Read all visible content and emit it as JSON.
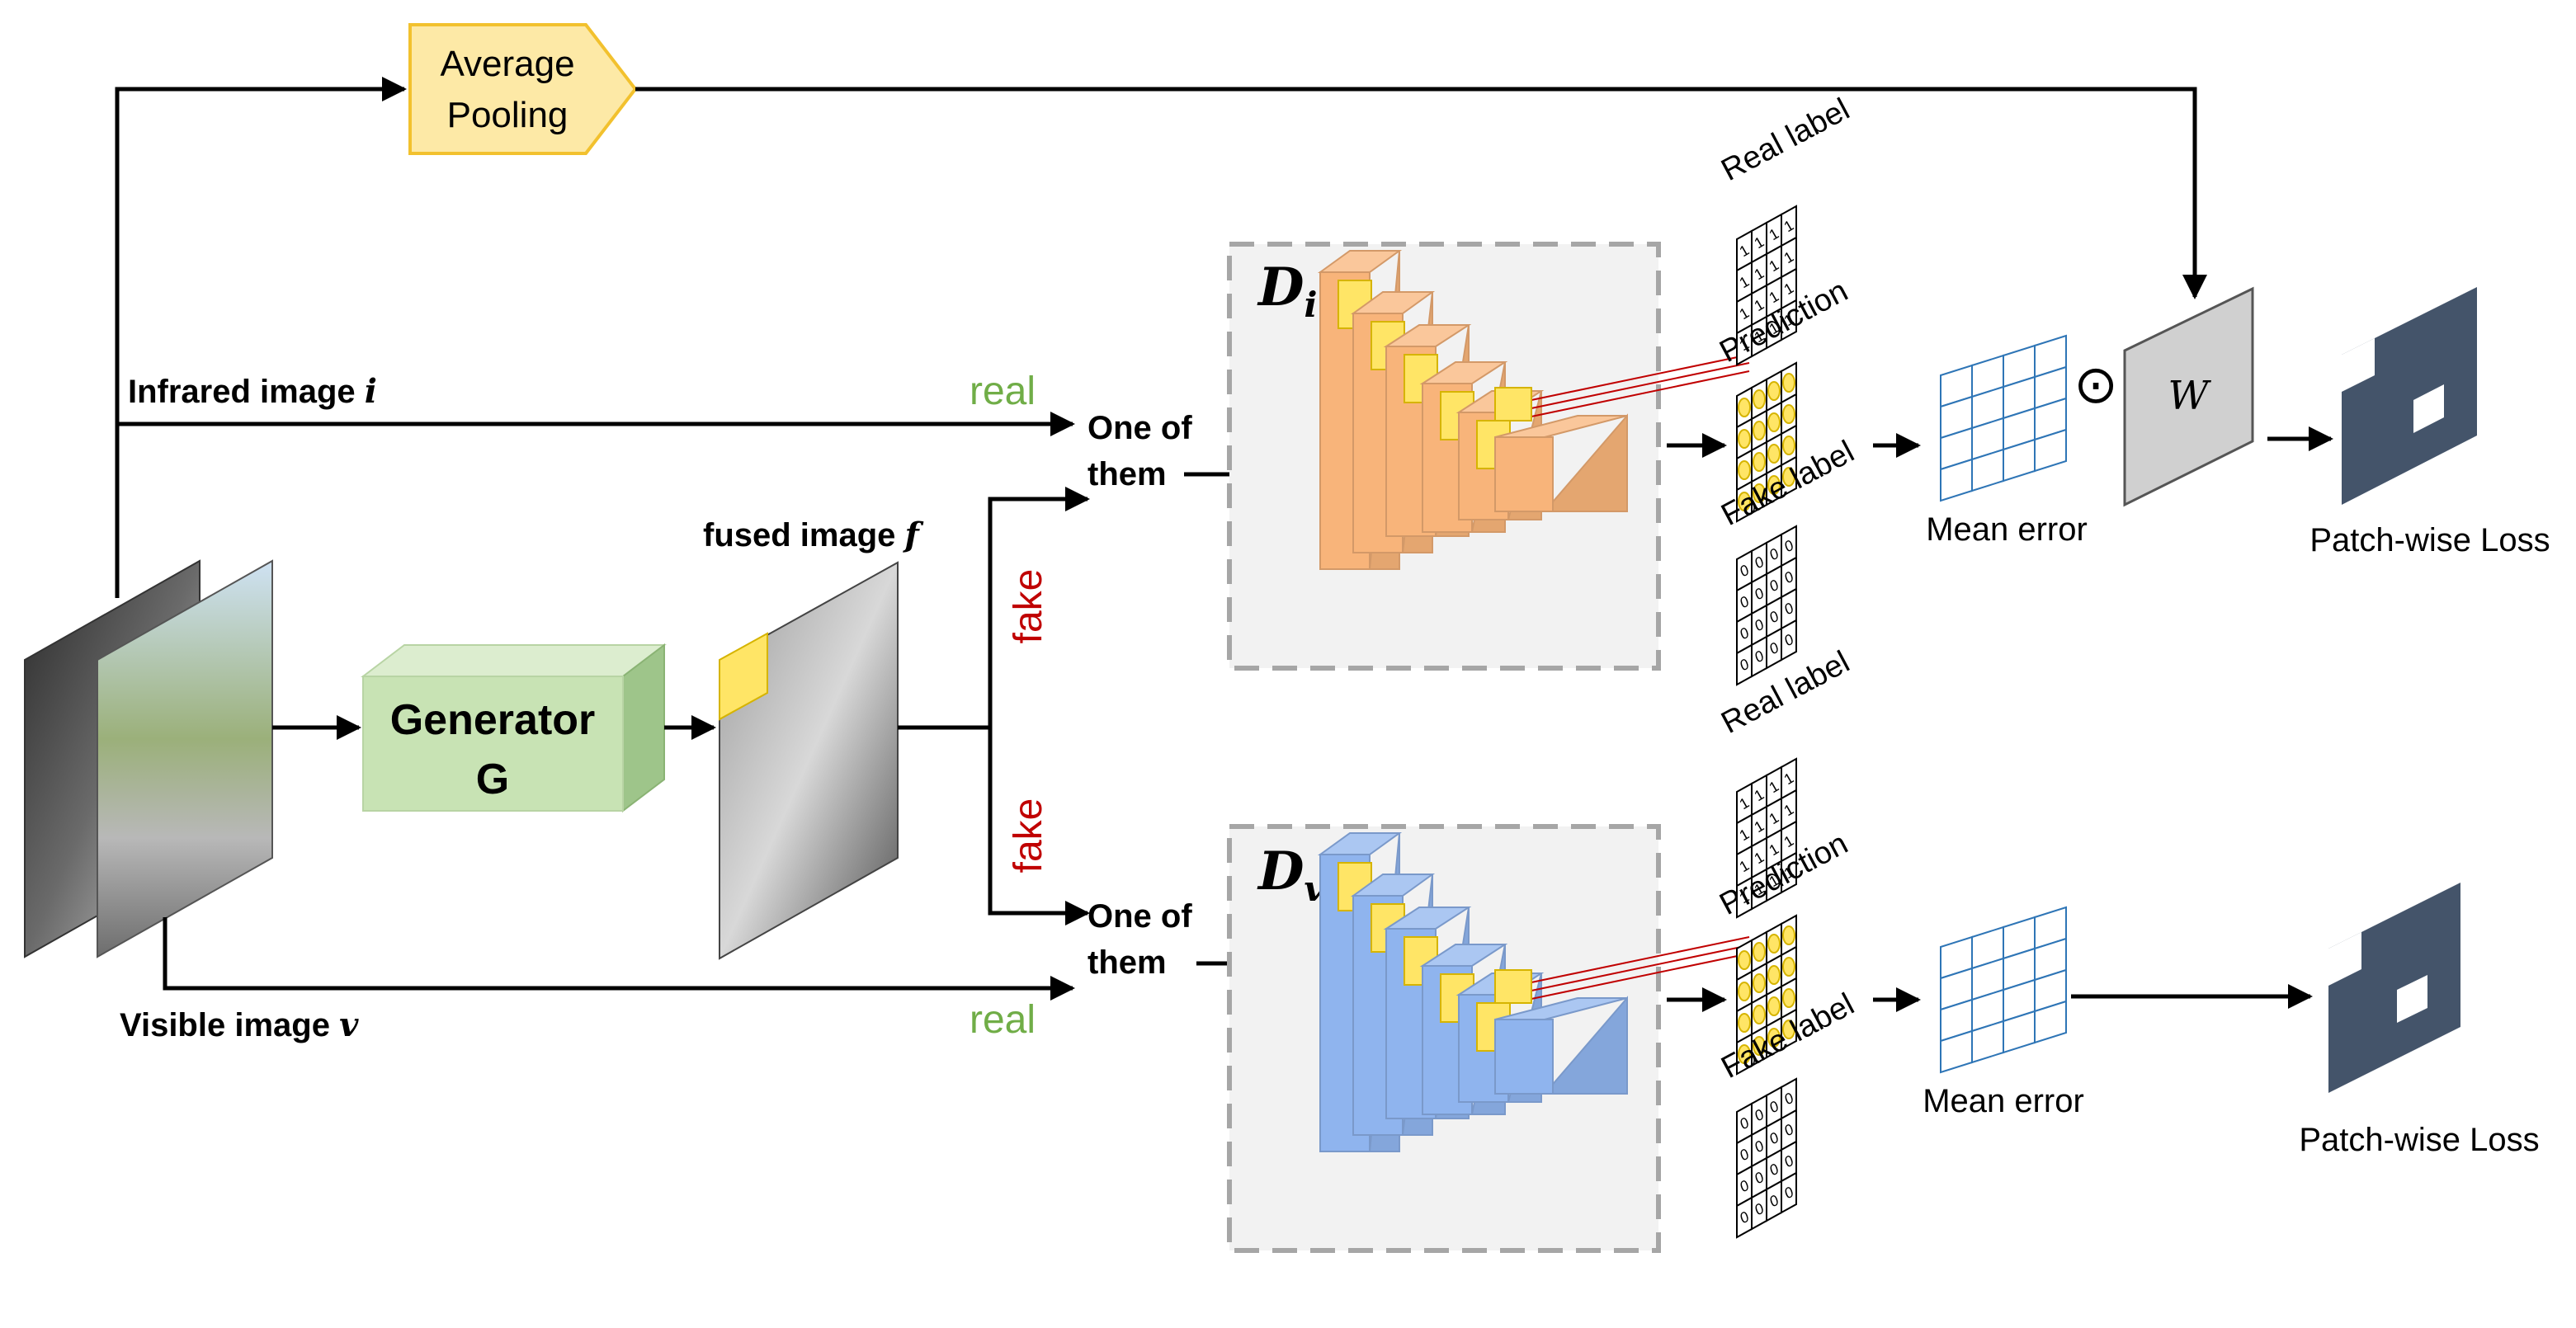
{
  "pooling": {
    "line1": "Average",
    "line2": "Pooling"
  },
  "inputs": {
    "infrared_label": "Infrared image",
    "infrared_symbol": "i",
    "visible_label": "Visible image",
    "visible_symbol": "v"
  },
  "generator": {
    "line1": "Generator",
    "line2": "G"
  },
  "fused": {
    "label": "fused image",
    "symbol": "f"
  },
  "flow": {
    "real": "real",
    "fake": "fake",
    "one_of_line1": "One of",
    "one_of_line2": "them"
  },
  "discriminators": [
    {
      "letter": "D",
      "subscript": "i",
      "color": "#f8b47a"
    },
    {
      "letter": "D",
      "subscript": "v",
      "color": "#8fb4ee"
    }
  ],
  "grids": {
    "real_label": "Real label",
    "prediction": "Prediction",
    "fake_label": "Fake label",
    "real_value": "1",
    "fake_value": "0"
  },
  "outputs": {
    "mean_error": "Mean error",
    "odot": "⊙",
    "weight": "W",
    "patch_loss": "Patch-wise Loss"
  },
  "colors": {
    "pooling_fill": "#fde9a6",
    "pooling_stroke": "#f2c12e",
    "generator_front": "#c8e3b4",
    "generator_top": "#dcedcf",
    "generator_side": "#9ec58a",
    "real_text": "#70ad47",
    "fake_text": "#c00000",
    "highlight": "#ffe566",
    "grid_stroke": "#2e75b6",
    "loss_fill": "#44546a"
  }
}
